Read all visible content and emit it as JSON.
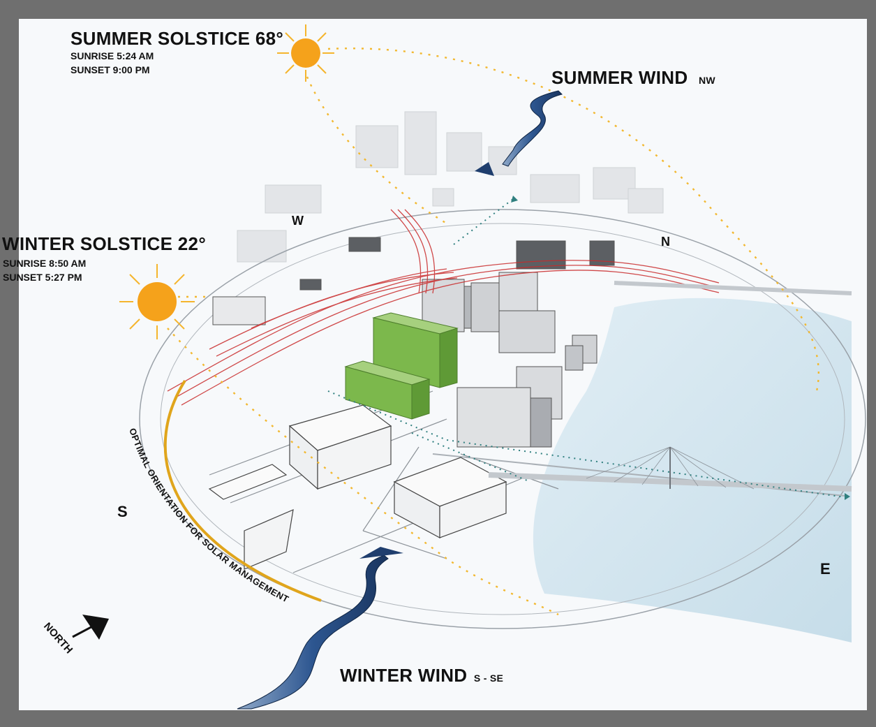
{
  "summer_solstice": {
    "title": "SUMMER SOLSTICE 68°",
    "sunrise": "SUNRISE 5:24 AM",
    "sunset": "SUNSET 9:00 PM"
  },
  "winter_solstice": {
    "title": "WINTER SOLSTICE 22°",
    "sunrise": "SUNRISE 8:50 AM",
    "sunset": "SUNSET  5:27 PM"
  },
  "summer_wind": {
    "label": "SUMMER WIND",
    "direction": "NW"
  },
  "winter_wind": {
    "label": "WINTER WIND",
    "direction": "S - SE"
  },
  "compass": {
    "west": "W",
    "north": "N",
    "south": "S",
    "east": "E"
  },
  "north_arrow": {
    "label": "NORTH"
  },
  "solar_orientation": {
    "label": "OPTIMAL ORIENTATION FOR SOLAR MANAGEMENT"
  },
  "colors": {
    "sun": "#f5a21b",
    "sun_path": "#f2b830",
    "highway": "#c92a2a",
    "green_building": "#79b64a",
    "river": "#cfe3ee",
    "wind_arrow": "#1f3e6e"
  },
  "icons": {
    "summer_sun": "sun-icon",
    "winter_sun": "sun-icon",
    "north_arrow": "arrow-icon",
    "summer_wind": "wind-arrow-icon",
    "winter_wind": "wind-arrow-icon"
  }
}
